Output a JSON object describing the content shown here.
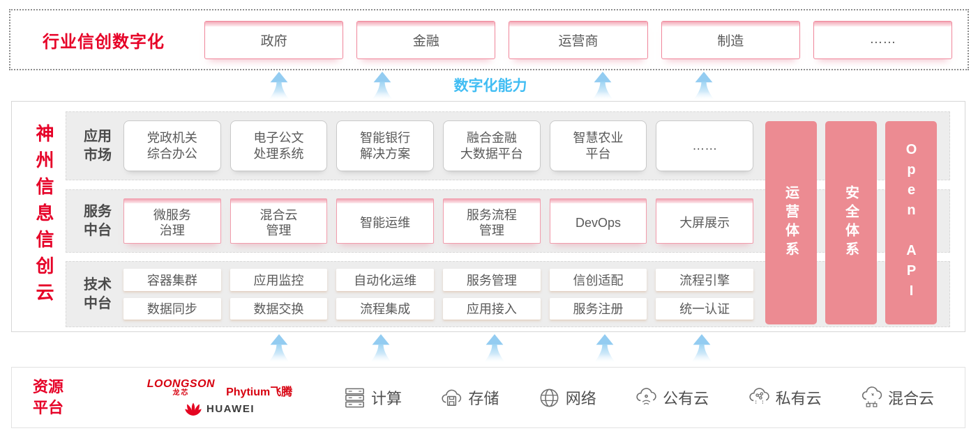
{
  "top_banner": {
    "title": "行业信创数字化",
    "industries": [
      "政府",
      "金融",
      "运营商",
      "制造",
      "……"
    ]
  },
  "capability_label": "数字化能力",
  "platform": {
    "vertical_title": "神州信息信创云",
    "rows": {
      "app_market": {
        "label": "应用\n市场",
        "items": [
          "党政机关\n综合办公",
          "电子公文\n处理系统",
          "智能银行\n解决方案",
          "融合金融\n大数据平台",
          "智慧农业\n平台",
          "……"
        ]
      },
      "service": {
        "label": "服务\n中台",
        "items": [
          "微服务\n治理",
          "混合云\n管理",
          "智能运维",
          "服务流程\n管理",
          "DevOps",
          "大屏展示"
        ]
      },
      "tech": {
        "label": "技术\n中台",
        "items_row1": [
          "容器集群",
          "应用监控",
          "自动化运维",
          "服务管理",
          "信创适配",
          "流程引擎"
        ],
        "items_row2": [
          "数据同步",
          "数据交换",
          "流程集成",
          "应用接入",
          "服务注册",
          "统一认证"
        ]
      }
    },
    "pillars": [
      "运营体系",
      "安全体系",
      "Open API"
    ]
  },
  "resources": {
    "title": "资源\n平台",
    "vendors": {
      "loongson": "LOONGSON",
      "loongson_cn": "龙芯",
      "phytium": "Phytium飞腾",
      "huawei": "HUAWEI"
    },
    "items": [
      {
        "icon": "compute-icon",
        "label": "计算"
      },
      {
        "icon": "storage-icon",
        "label": "存储"
      },
      {
        "icon": "network-icon",
        "label": "网络"
      },
      {
        "icon": "public-cloud-icon",
        "label": "公有云"
      },
      {
        "icon": "private-cloud-icon",
        "label": "私有云"
      },
      {
        "icon": "hybrid-cloud-icon",
        "label": "混合云"
      }
    ]
  },
  "colors": {
    "accent_red": "#e60027",
    "pillar_pink": "#ec8b92",
    "box_border_pink": "#f0879b",
    "capability_blue": "#41bdf3",
    "row_background": "#ededed"
  }
}
